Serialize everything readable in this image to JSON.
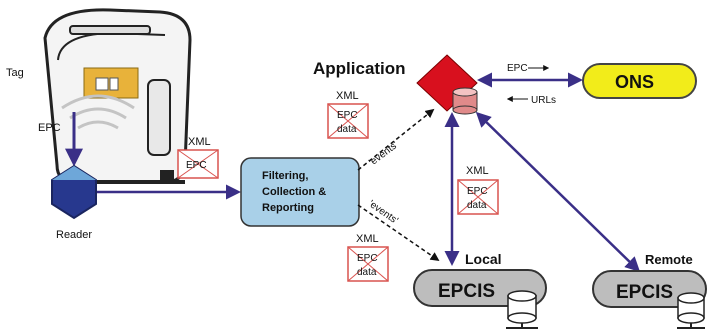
{
  "labels": {
    "tag": "Tag",
    "epc_tag": "EPC",
    "reader": "Reader",
    "application": "Application",
    "ons": "ONS",
    "epc_to_ons": "EPC",
    "urls_from_ons": "URLs",
    "filtering": [
      "Filtering,",
      "Collection &",
      "Reporting"
    ],
    "events_upper": "'events'",
    "events_lower": "'events'",
    "local": "Local",
    "remote": "Remote",
    "epcis_local": "EPCIS",
    "epcis_remote": "EPCIS"
  },
  "xml_docs": {
    "reader_to_filter": {
      "xml": "XML",
      "lines": [
        "EPC"
      ]
    },
    "app_upper": {
      "xml": "XML",
      "lines": [
        "EPC",
        "data"
      ]
    },
    "app_local": {
      "xml": "XML",
      "lines": [
        "EPC",
        "data"
      ]
    },
    "filter_to_local": {
      "xml": "XML",
      "lines": [
        "EPC",
        "data"
      ]
    }
  },
  "colors": {
    "arrow": "#3a2f87",
    "application": "#d8101e",
    "ons_fill": "#f2ec1a",
    "filter_fill": "#a9d0e8",
    "epcis_fill": "#bdbdbd",
    "reader_fill": "#27388e",
    "tag_label": "#e8b23a",
    "doc_cross": "#d9534f"
  },
  "icons": {
    "toaster": "toaster-icon",
    "reader": "hexagon-reader-icon",
    "database": "database-cylinder-icon",
    "application": "red-diamond-icon"
  }
}
